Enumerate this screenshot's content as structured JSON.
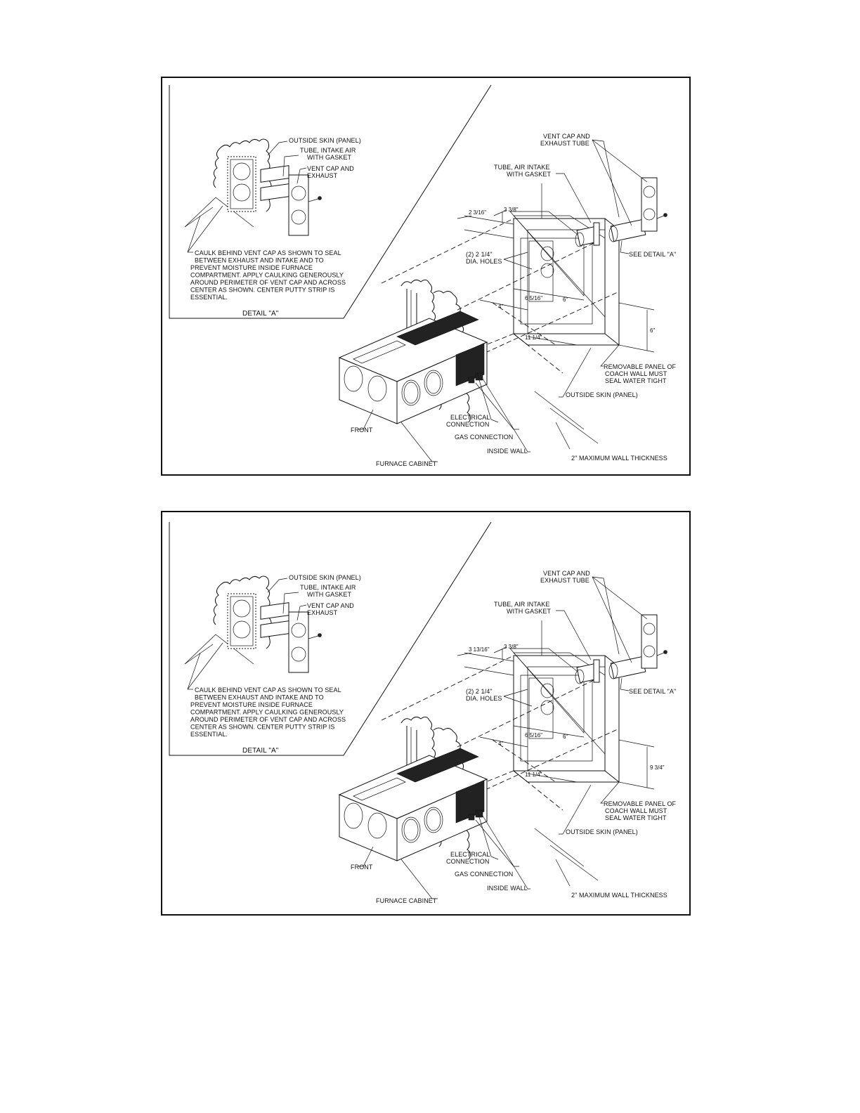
{
  "diagrams": [
    {
      "detail": {
        "outside_skin": "OUTSIDE SKIN (PANEL)",
        "tube_intake": [
          "TUBE, INTAKE AIR",
          "WITH GASKET"
        ],
        "vent_cap": [
          "VENT CAP AND",
          "EXHAUST"
        ],
        "caulk_note": [
          "CAULK BEHIND VENT CAP AS SHOWN TO SEAL",
          "BETWEEN EXHAUST AND INTAKE AND TO",
          "PREVENT MOISTURE INSIDE FURNACE",
          "COMPARTMENT. APPLY CAULKING GENEROUSLY",
          "AROUND PERIMETER OF VENT CAP AND ACROSS",
          "CENTER AS SHOWN. CENTER PUTTY STRIP IS",
          "ESSENTIAL."
        ],
        "title": "DETAIL \"A\""
      },
      "labels": {
        "vent_cap_exhaust_tube": [
          "VENT CAP AND",
          "EXHAUST TUBE"
        ],
        "tube_air_intake": [
          "TUBE, AIR INTAKE",
          "WITH GASKET"
        ],
        "see_detail": "SEE DETAIL \"A\"",
        "holes": [
          "(2) 2 1/4\"",
          "DIA. HOLES"
        ],
        "removable_panel": [
          "REMOVABLE PANEL OF",
          "COACH WALL MUST",
          "SEAL WATER TIGHT"
        ],
        "outside_skin": "OUTSIDE SKIN (PANEL)",
        "electrical": [
          "ELECTRICAL",
          "CONNECTION"
        ],
        "front": "FRONT",
        "gas": "GAS CONNECTION",
        "inside_wall": "INSIDE WALL",
        "max_wall": "2\" MAXIMUM WALL THICKNESS",
        "furnace_cabinet": "FURNACE CABINET"
      },
      "dims": {
        "d1": "2 3/16\"",
        "d2": "3 3/8\"",
        "d3": "4\"",
        "d4": "6 5/16\"",
        "d5": "6\"",
        "d6": "11 1/4\"",
        "d7": "6\""
      }
    },
    {
      "detail": {
        "outside_skin": "OUTSIDE SKIN (PANEL)",
        "tube_intake": [
          "TUBE, INTAKE AIR",
          "WITH GASKET"
        ],
        "vent_cap": [
          "VENT CAP AND",
          "EXHAUST"
        ],
        "caulk_note": [
          "CAULK BEHIND VENT CAP AS SHOWN TO SEAL",
          "BETWEEN EXHAUST AND INTAKE AND TO",
          "PREVENT MOISTURE INSIDE FURNACE",
          "COMPARTMENT. APPLY CAULKING GENEROUSLY",
          "AROUND PERIMETER OF VENT CAP AND ACROSS",
          "CENTER AS SHOWN. CENTER PUTTY STRIP IS",
          "ESSENTIAL."
        ],
        "title": "DETAIL \"A\""
      },
      "labels": {
        "vent_cap_exhaust_tube": [
          "VENT CAP AND",
          "EXHAUST TUBE"
        ],
        "tube_air_intake": [
          "TUBE, AIR INTAKE",
          "WITH GASKET"
        ],
        "see_detail": "SEE DETAIL \"A\"",
        "holes": [
          "(2) 2 1/4\"",
          "DIA. HOLES"
        ],
        "removable_panel": [
          "REMOVABLE PANEL OF",
          "COACH WALL MUST",
          "SEAL WATER TIGHT"
        ],
        "outside_skin": "OUTSIDE SKIN (PANEL)",
        "electrical": [
          "ELECTRICAL",
          "CONNECTION"
        ],
        "front": "FRONT",
        "gas": "GAS CONNECTION",
        "inside_wall": "INSIDE WALL",
        "max_wall": "2\" MAXIMUM WALL THICKNESS",
        "furnace_cabinet": "FURNACE CABINET"
      },
      "dims": {
        "d1": "3 13/16\"",
        "d2": "3 3/8\"",
        "d3": "4\"",
        "d4": "6 5/16\"",
        "d5": "6\"",
        "d6": "11 1/4\"",
        "d7": "9 3/4\""
      }
    }
  ]
}
